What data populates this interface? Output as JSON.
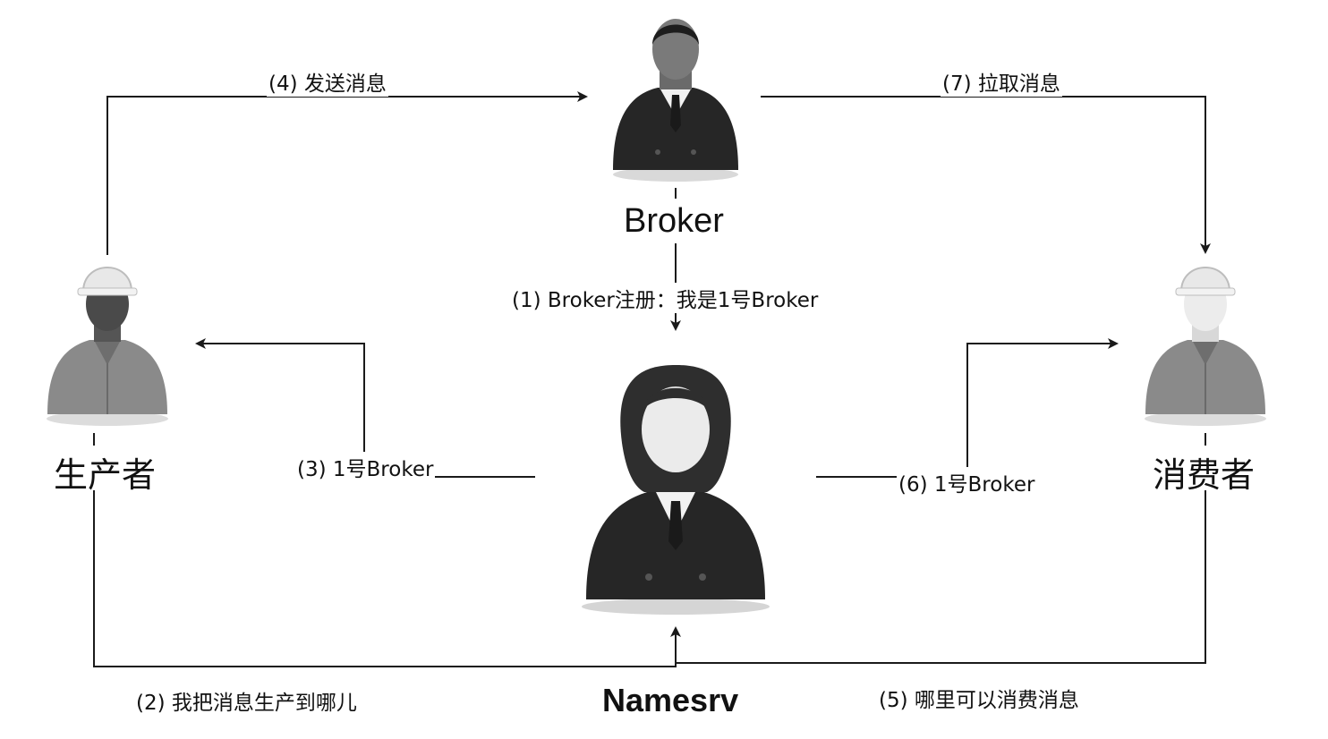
{
  "actors": {
    "broker": {
      "name": "Broker",
      "icon": "military-officer-icon"
    },
    "producer": {
      "name": "生产者",
      "icon": "worker-hardhat-icon"
    },
    "consumer": {
      "name": "消费者",
      "icon": "worker-hardhat-icon"
    },
    "namesrv": {
      "name": "Namesrv",
      "icon": "female-officer-icon"
    }
  },
  "edges": {
    "step1": "(1) Broker注册：我是1号Broker",
    "step2": "(2) 我把消息生产到哪儿",
    "step3": "(3) 1号Broker",
    "step4": "(4) 发送消息",
    "step5": "(5) 哪里可以消费消息",
    "step6": "(6) 1号Broker",
    "step7": "(7) 拉取消息"
  },
  "colors": {
    "line": "#1a1a1a",
    "figure_dark": "#2b2b2b",
    "figure_mid": "#7a7a7a",
    "face": "#e6e6e6"
  }
}
